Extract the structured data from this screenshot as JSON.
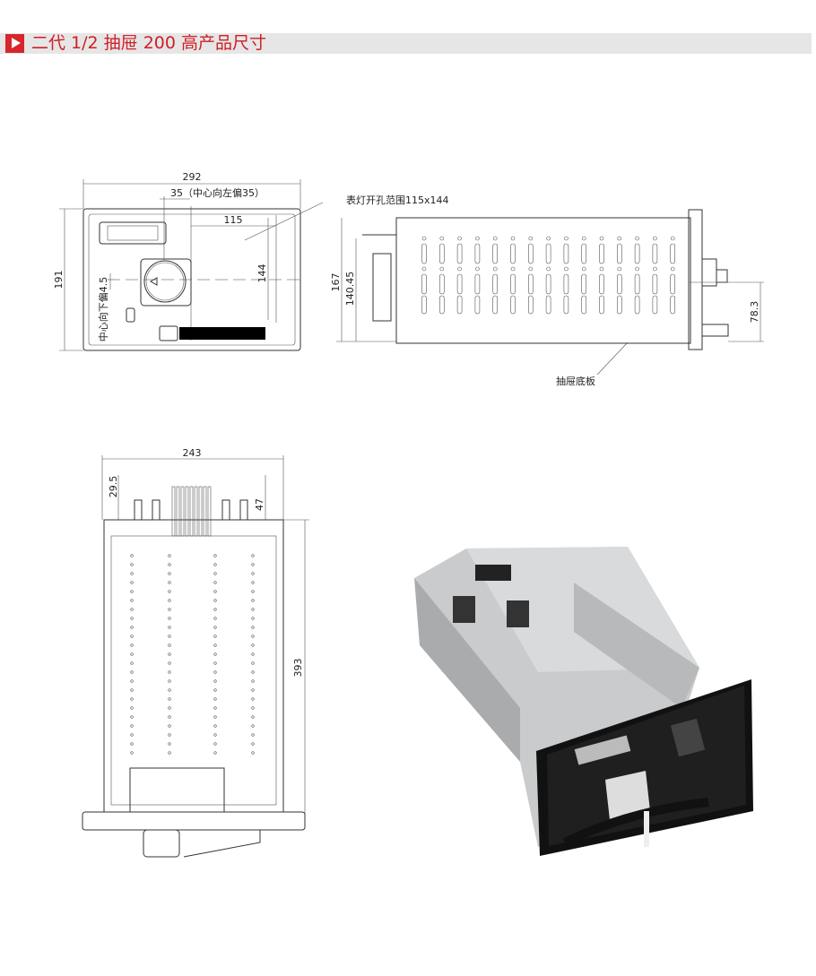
{
  "header": {
    "title": "二代 1/2 抽屉 200 高产品尺寸",
    "accent_color": "#d8262b"
  },
  "front_view": {
    "width": "292",
    "height": "191",
    "offset_left": "35（中心向左偏35）",
    "cutout_width": "115",
    "cutout_height": "144",
    "offset_down": "中心向下偏4.5"
  },
  "side_view": {
    "cutout_callout": "表灯开孔范围115x144",
    "height_total": "167",
    "height_inner": "140.45",
    "shaft_height": "78.3",
    "base_label": "抽屉底板"
  },
  "top_view": {
    "width": "243",
    "depth": "393",
    "dim_a": "29.5",
    "dim_b": "47"
  }
}
